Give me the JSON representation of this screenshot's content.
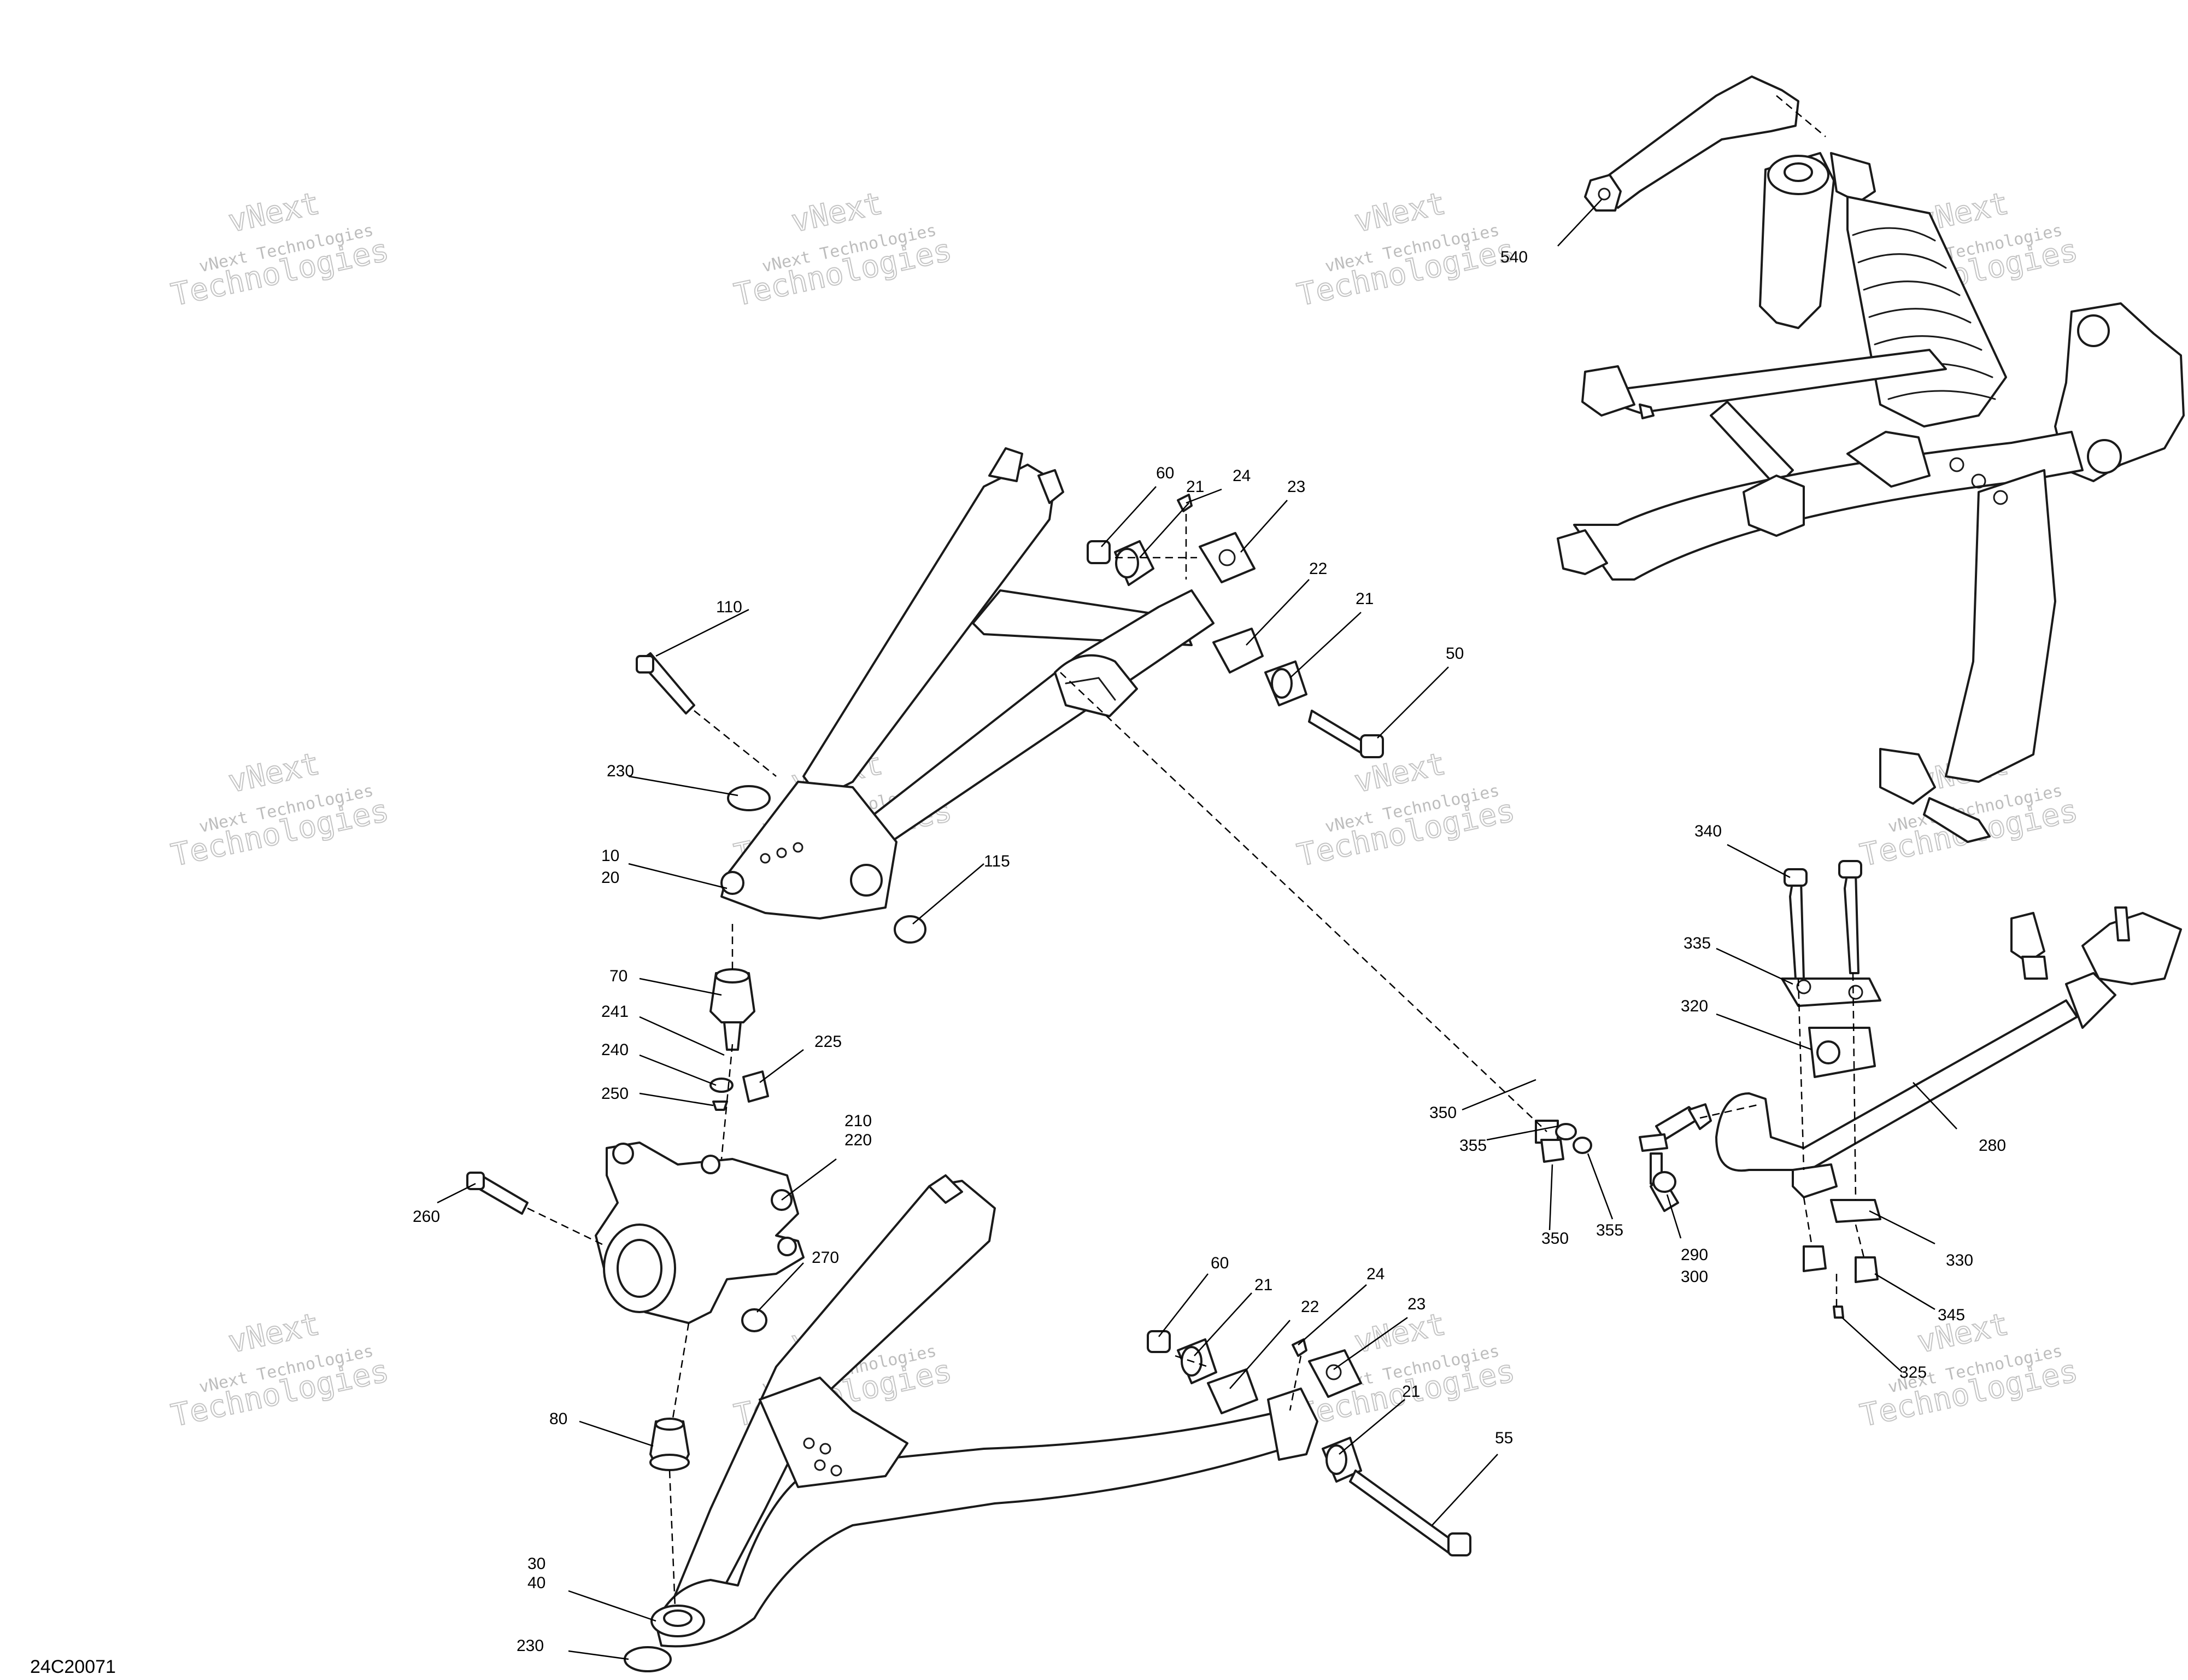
{
  "diagram": {
    "reference_code": "24C20071",
    "watermark": {
      "line1": "vNext",
      "line2": "vNext Technologies",
      "line3": "Technologies"
    },
    "callouts": [
      {
        "id": "c540",
        "text": "540"
      },
      {
        "id": "c60a",
        "text": "60"
      },
      {
        "id": "c21a",
        "text": "21"
      },
      {
        "id": "c24a",
        "text": "24"
      },
      {
        "id": "c23a",
        "text": "23"
      },
      {
        "id": "c22a",
        "text": "22"
      },
      {
        "id": "c21b",
        "text": "21"
      },
      {
        "id": "c50",
        "text": "50"
      },
      {
        "id": "c110",
        "text": "110"
      },
      {
        "id": "c230a",
        "text": "230"
      },
      {
        "id": "c10",
        "text": "10"
      },
      {
        "id": "c20",
        "text": "20"
      },
      {
        "id": "c115",
        "text": "115"
      },
      {
        "id": "c70",
        "text": "70"
      },
      {
        "id": "c241",
        "text": "241"
      },
      {
        "id": "c240",
        "text": "240"
      },
      {
        "id": "c225",
        "text": "225"
      },
      {
        "id": "c250",
        "text": "250"
      },
      {
        "id": "c210",
        "text": "210"
      },
      {
        "id": "c220",
        "text": "220"
      },
      {
        "id": "c260",
        "text": "260"
      },
      {
        "id": "c270",
        "text": "270"
      },
      {
        "id": "c60b",
        "text": "60"
      },
      {
        "id": "c21c",
        "text": "21"
      },
      {
        "id": "c24b",
        "text": "24"
      },
      {
        "id": "c22b",
        "text": "22"
      },
      {
        "id": "c23b",
        "text": "23"
      },
      {
        "id": "c21d",
        "text": "21"
      },
      {
        "id": "c55",
        "text": "55"
      },
      {
        "id": "c80",
        "text": "80"
      },
      {
        "id": "c30",
        "text": "30"
      },
      {
        "id": "c40",
        "text": "40"
      },
      {
        "id": "c230b",
        "text": "230"
      },
      {
        "id": "c340",
        "text": "340"
      },
      {
        "id": "c335",
        "text": "335"
      },
      {
        "id": "c320",
        "text": "320"
      },
      {
        "id": "c280",
        "text": "280"
      },
      {
        "id": "c350a",
        "text": "350"
      },
      {
        "id": "c355a",
        "text": "355"
      },
      {
        "id": "c350b",
        "text": "350"
      },
      {
        "id": "c355b",
        "text": "355"
      },
      {
        "id": "c290",
        "text": "290"
      },
      {
        "id": "c300",
        "text": "300"
      },
      {
        "id": "c330",
        "text": "330"
      },
      {
        "id": "c345",
        "text": "345"
      },
      {
        "id": "c325",
        "text": "325"
      }
    ]
  }
}
